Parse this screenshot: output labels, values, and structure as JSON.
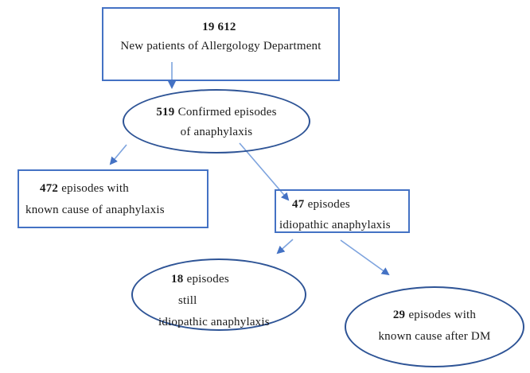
{
  "colors": {
    "rect_border": "#4472c4",
    "ellipse_border": "#2e5496",
    "arrow_line": "#7da3de",
    "arrow_head": "#4472c4",
    "text": "#1b1b1b",
    "background": "#ffffff"
  },
  "nodes": {
    "new_patients": {
      "count": "19 612",
      "label": "New patients of Allergology Department"
    },
    "confirmed": {
      "count": "519",
      "label": "Confirmed episodes",
      "label2": "of anaphylaxis"
    },
    "known_cause": {
      "count": "472",
      "label": "episodes with",
      "label2": "known cause of anaphylaxis"
    },
    "idiopathic": {
      "count": "47",
      "label": "episodes",
      "label2": "idiopathic anaphylaxis"
    },
    "still_idiopathic": {
      "count": "18",
      "label": "episodes",
      "label2": "still",
      "label3": "idiopathic anaphylaxis"
    },
    "known_after_dm": {
      "count": "29",
      "label": "episodes with",
      "label2": "known cause after DM"
    }
  },
  "edges": [
    {
      "from": "new_patients",
      "to": "confirmed"
    },
    {
      "from": "confirmed",
      "to": "known_cause"
    },
    {
      "from": "confirmed",
      "to": "idiopathic"
    },
    {
      "from": "idiopathic",
      "to": "still_idiopathic"
    },
    {
      "from": "idiopathic",
      "to": "known_after_dm"
    }
  ]
}
